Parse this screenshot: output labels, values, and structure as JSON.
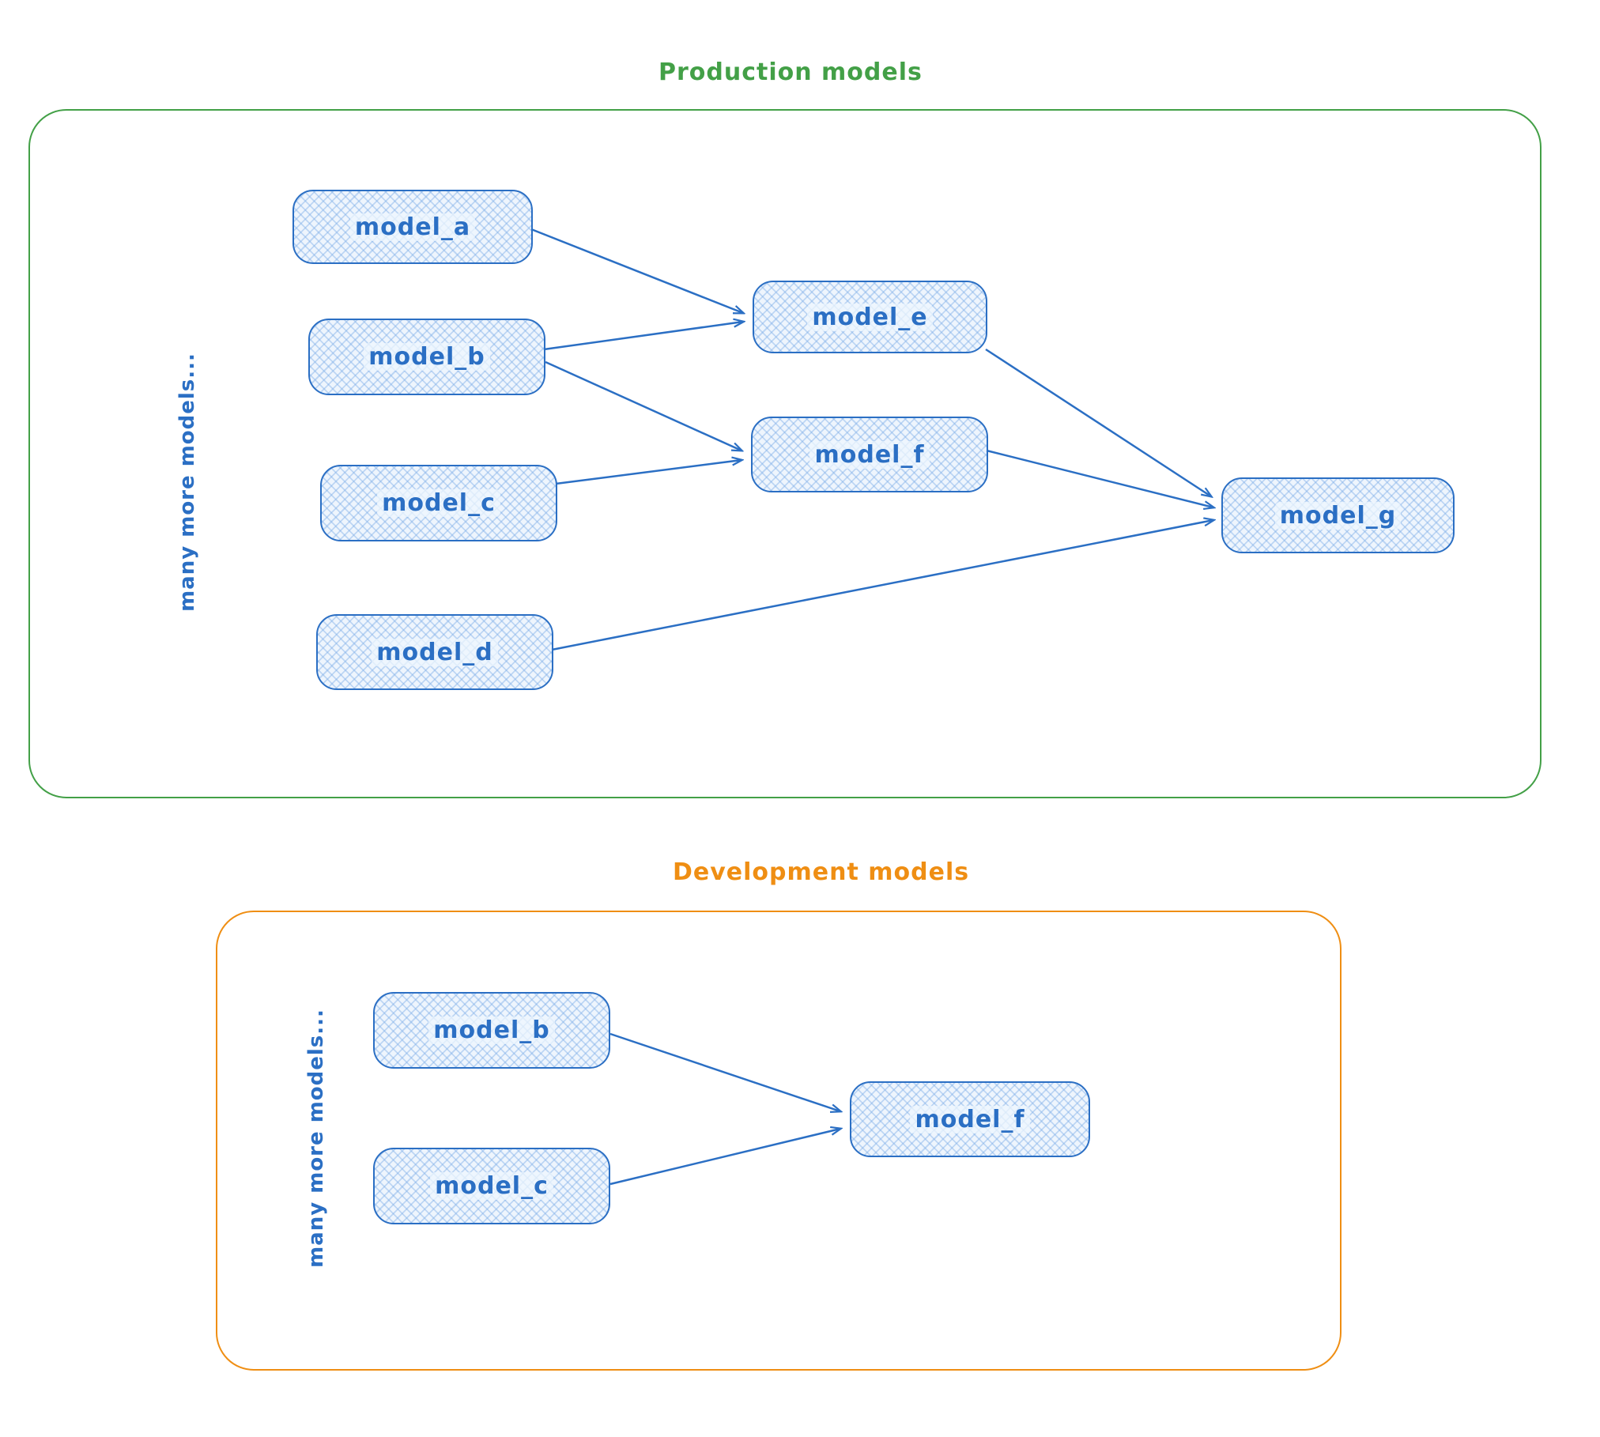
{
  "colors": {
    "node_stroke": "#2b6fc4",
    "node_fill": "#eef5fd",
    "node_hatch": "#82b0e8",
    "production_accent": "#43a047",
    "development_accent": "#ef8e13"
  },
  "production": {
    "title": "Production models",
    "side_label": "many more models...",
    "nodes": [
      {
        "id": "model_a",
        "label": "model_a"
      },
      {
        "id": "model_b",
        "label": "model_b"
      },
      {
        "id": "model_c",
        "label": "model_c"
      },
      {
        "id": "model_d",
        "label": "model_d"
      },
      {
        "id": "model_e",
        "label": "model_e"
      },
      {
        "id": "model_f",
        "label": "model_f"
      },
      {
        "id": "model_g",
        "label": "model_g"
      }
    ],
    "edges": [
      {
        "from": "model_a",
        "to": "model_e"
      },
      {
        "from": "model_b",
        "to": "model_e"
      },
      {
        "from": "model_b",
        "to": "model_f"
      },
      {
        "from": "model_c",
        "to": "model_f"
      },
      {
        "from": "model_e",
        "to": "model_g"
      },
      {
        "from": "model_f",
        "to": "model_g"
      },
      {
        "from": "model_d",
        "to": "model_g"
      }
    ]
  },
  "development": {
    "title": "Development models",
    "side_label": "many more models...",
    "nodes": [
      {
        "id": "model_b",
        "label": "model_b"
      },
      {
        "id": "model_c",
        "label": "model_c"
      },
      {
        "id": "model_f",
        "label": "model_f"
      }
    ],
    "edges": [
      {
        "from": "model_b",
        "to": "model_f"
      },
      {
        "from": "model_c",
        "to": "model_f"
      }
    ]
  }
}
